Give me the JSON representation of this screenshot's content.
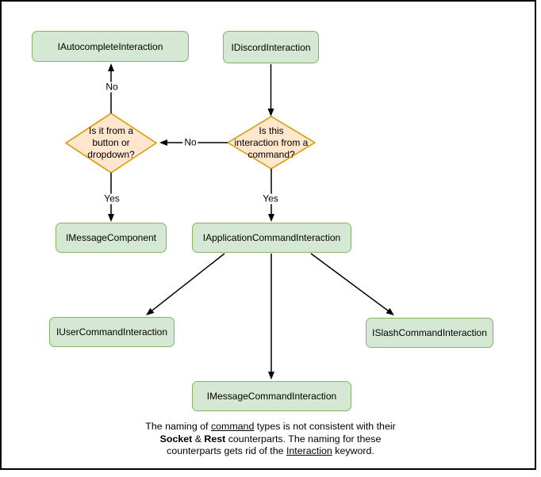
{
  "colors": {
    "canvas-bg": "#ffffff",
    "frame-border": "#000000",
    "node-fill": "#d5e8d4",
    "node-border": "#82b366",
    "decision-fill": "#ffe6cc",
    "decision-border": "#d79b00",
    "edge-color": "#000000",
    "text-color": "#000000"
  },
  "nodes": {
    "autocomplete_interaction": {
      "label": "IAutocompleteInteraction"
    },
    "discord_interaction": {
      "label": "IDiscordInteraction"
    },
    "message_component": {
      "label": "IMessageComponent"
    },
    "application_command_interaction": {
      "label": "IApplicationCommandInteraction"
    },
    "user_command_interaction": {
      "label": "IUserCommandInteraction"
    },
    "slash_command_interaction": {
      "label": "ISlashCommandInteraction"
    },
    "message_command_interaction": {
      "label": "IMessageCommandInteraction"
    }
  },
  "decisions": {
    "button_or_dropdown": {
      "lines": [
        "Is it from a",
        "button or",
        "dropdown?"
      ]
    },
    "from_command": {
      "lines": [
        "Is this",
        "interaction from a",
        "command?"
      ]
    }
  },
  "edge_labels": {
    "no_to_autocomplete": "No",
    "no_to_button_dropdown": "No",
    "yes_to_message_component": "Yes",
    "yes_to_application_command": "Yes"
  },
  "note": {
    "line1": {
      "pre": "The naming of ",
      "underlined": "command",
      "post": " types is not consistent with their"
    },
    "line2": {
      "bold1": "Socket",
      "mid": " & ",
      "bold2": "Rest",
      "post": " counterparts. The naming for these"
    },
    "line3": {
      "pre": "counterparts gets rid of the ",
      "underlined": "Interaction",
      "post": " keyword."
    }
  }
}
